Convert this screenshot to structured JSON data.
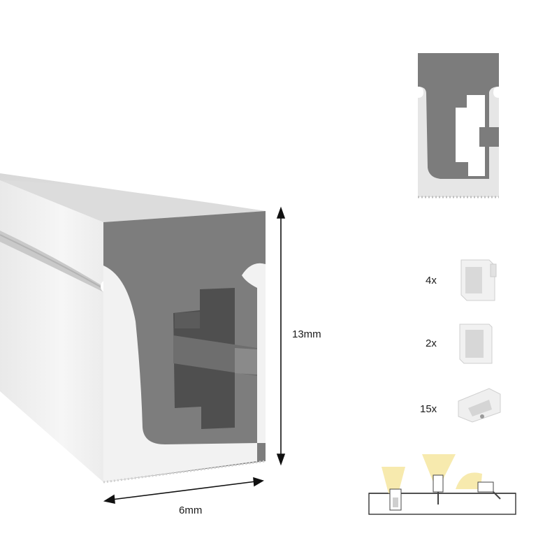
{
  "dimensions": {
    "height_label": "13mm",
    "width_label": "6mm"
  },
  "accessories": {
    "end_cap_closed_qty": "4x",
    "end_cap_open_qty": "2x",
    "mounting_clip_qty": "15x"
  },
  "colors": {
    "profile_face": "#7c7c7c",
    "profile_side": "#f1f1f1",
    "profile_top": "#e4e4e4",
    "inner_cavity": "#565656",
    "glow": "#f6e6a0"
  }
}
